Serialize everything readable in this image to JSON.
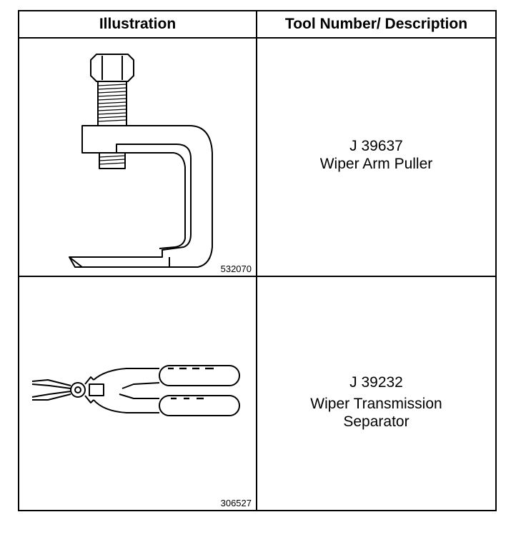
{
  "table": {
    "headers": [
      "Illustration",
      "Tool Number/ Description"
    ],
    "rows": [
      {
        "figure_number": "532070",
        "tool_number": "J 39637",
        "description": [
          "Wiper Arm Puller"
        ],
        "icon": "wiper-arm-puller-illustration"
      },
      {
        "figure_number": "306527",
        "tool_number": "J 39232",
        "description": [
          "Wiper Transmission",
          "Separator"
        ],
        "icon": "wiper-transmission-separator-illustration"
      }
    ]
  }
}
